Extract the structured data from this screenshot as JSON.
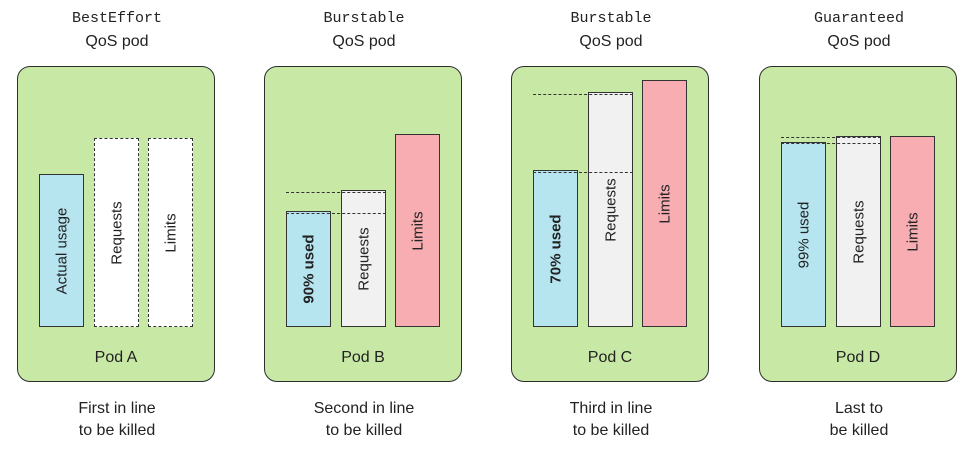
{
  "pods": [
    {
      "qos_class": "BestEffort",
      "qos_label": "QoS pod",
      "name": "Pod A",
      "bars": {
        "usage": "Actual usage",
        "requests": "Requests",
        "limits": "Limits"
      },
      "caption": [
        "First in line",
        "to be killed"
      ]
    },
    {
      "qos_class": "Burstable",
      "qos_label": "QoS pod",
      "name": "Pod B",
      "bars": {
        "usage": "90% used",
        "requests": "Requests",
        "limits": "Limits"
      },
      "caption": [
        "Second in line",
        "to be killed"
      ]
    },
    {
      "qos_class": "Burstable",
      "qos_label": "QoS pod",
      "name": "Pod C",
      "bars": {
        "usage": "70% used",
        "requests": "Requests",
        "limits": "Limits"
      },
      "caption": [
        "Third in line",
        "to be killed"
      ]
    },
    {
      "qos_class": "Guaranteed",
      "qos_label": "QoS pod",
      "name": "Pod D",
      "bars": {
        "usage": "99% used",
        "requests": "Requests",
        "limits": "Limits"
      },
      "caption": [
        "Last to",
        "be killed"
      ]
    }
  ],
  "colors": {
    "pod_background": "#c8e8a6",
    "usage": "#b6e5f0",
    "requests": "#f1f1f1",
    "limits": "#f7adb2"
  }
}
